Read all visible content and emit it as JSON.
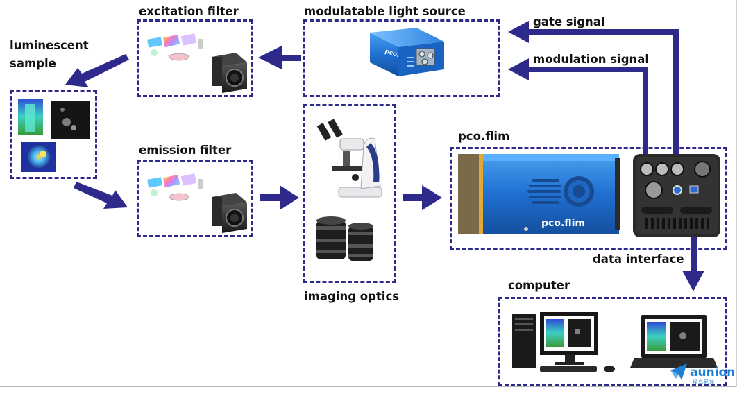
{
  "labels": {
    "excitation_filter": "excitation filter",
    "modulatable_light_source": "modulatable light source",
    "gate_signal": "gate signal",
    "modulation_signal": "modulation signal",
    "luminescent_sample_line1": "luminescent",
    "luminescent_sample_line2": "sample",
    "emission_filter": "emission filter",
    "pco_flim": "pco.flim",
    "imaging_optics": "imaging optics",
    "data_interface": "data interface",
    "computer": "computer"
  },
  "device_text": {
    "light_source_brand": "pco.",
    "camera_brand": "pco.flim"
  },
  "logo": {
    "name": "aunion",
    "sub": "埃乌尼翁"
  },
  "colors": {
    "arrow": "#2e2a8c",
    "box_border": "#2e2a8c",
    "camera_blue": "#1f6fd1",
    "logo": "#1e7fd6"
  },
  "icons": {
    "filter_cube": "filter-cube-icon",
    "microscope": "microscope-icon",
    "lenses": "camera-lens-icon",
    "desktop": "desktop-computer-icon",
    "laptop": "laptop-icon"
  }
}
